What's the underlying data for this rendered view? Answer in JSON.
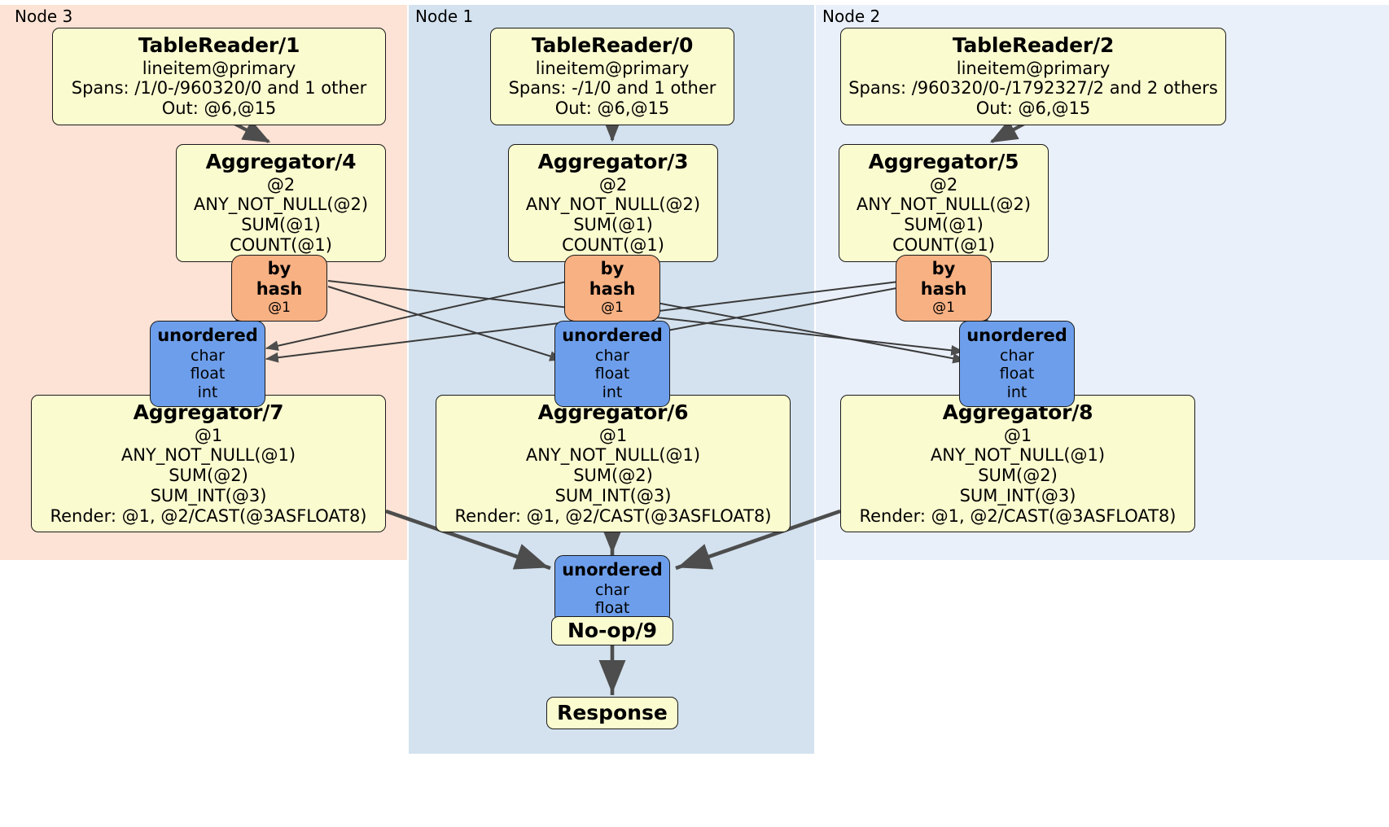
{
  "diagram": {
    "title": "Distributed SQL query plan",
    "colors": {
      "node3_panel": "#fce3d5",
      "node1_panel": "#d4e2ef",
      "node2_panel": "#eaf0fa",
      "processor_fill": "#fbfbd0",
      "router_fill": "#f8b183",
      "sync_fill": "#6d9eeb",
      "stroke": "#1a1a1a",
      "edge": "#4d4d4d"
    }
  },
  "panels": [
    {
      "label": "Node 3",
      "fill": "#fce3d5"
    },
    {
      "label": "Node 1",
      "fill": "#d4e2ef"
    },
    {
      "label": "Node 2",
      "fill": "#eaf0fa"
    }
  ],
  "processors": {
    "table_reader_1": {
      "title": "TableReader/1",
      "rows": [
        "lineitem@primary",
        "Spans: /1/0-/960320/0 and 1 other",
        "Out: @6,@15"
      ]
    },
    "table_reader_0": {
      "title": "TableReader/0",
      "rows": [
        "lineitem@primary",
        "Spans: -/1/0 and 1 other",
        "Out: @6,@15"
      ]
    },
    "table_reader_2": {
      "title": "TableReader/2",
      "rows": [
        "lineitem@primary",
        "Spans: /960320/0-/1792327/2 and 2 others",
        "Out: @6,@15"
      ]
    },
    "aggregator_4": {
      "title": "Aggregator/4",
      "rows": [
        "@2",
        "ANY_NOT_NULL(@2)",
        "SUM(@1)",
        "COUNT(@1)"
      ]
    },
    "aggregator_3": {
      "title": "Aggregator/3",
      "rows": [
        "@2",
        "ANY_NOT_NULL(@2)",
        "SUM(@1)",
        "COUNT(@1)"
      ]
    },
    "aggregator_5": {
      "title": "Aggregator/5",
      "rows": [
        "@2",
        "ANY_NOT_NULL(@2)",
        "SUM(@1)",
        "COUNT(@1)"
      ]
    },
    "aggregator_7": {
      "title": "Aggregator/7",
      "rows": [
        "@1",
        "ANY_NOT_NULL(@1)",
        "SUM(@2)",
        "SUM_INT(@3)",
        "Render: @1, @2/CAST(@3ASFLOAT8)"
      ]
    },
    "aggregator_6": {
      "title": "Aggregator/6",
      "rows": [
        "@1",
        "ANY_NOT_NULL(@1)",
        "SUM(@2)",
        "SUM_INT(@3)",
        "Render: @1, @2/CAST(@3ASFLOAT8)"
      ]
    },
    "aggregator_8": {
      "title": "Aggregator/8",
      "rows": [
        "@1",
        "ANY_NOT_NULL(@1)",
        "SUM(@2)",
        "SUM_INT(@3)",
        "Render: @1, @2/CAST(@3ASFLOAT8)"
      ]
    },
    "noop_9": {
      "title": "No-op/9"
    },
    "response": {
      "title": "Response"
    }
  },
  "routers": {
    "by_hash_left": {
      "title": "by hash",
      "rows": [
        "@1"
      ]
    },
    "by_hash_center": {
      "title": "by hash",
      "rows": [
        "@1"
      ]
    },
    "by_hash_right": {
      "title": "by hash",
      "rows": [
        "@1"
      ]
    }
  },
  "synchronizers": {
    "unordered_left": {
      "title": "unordered",
      "rows": [
        "char",
        "float",
        "int"
      ]
    },
    "unordered_center": {
      "title": "unordered",
      "rows": [
        "char",
        "float",
        "int"
      ]
    },
    "unordered_right": {
      "title": "unordered",
      "rows": [
        "char",
        "float",
        "int"
      ]
    },
    "unordered_final": {
      "title": "unordered",
      "rows": [
        "char",
        "float"
      ]
    }
  }
}
